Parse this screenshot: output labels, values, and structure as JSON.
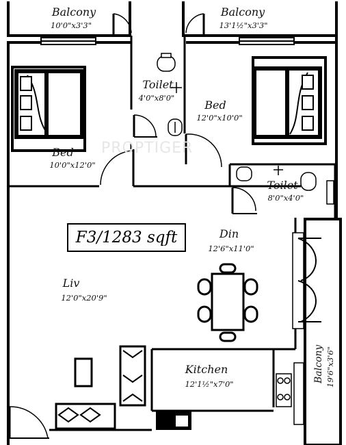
{
  "plan": {
    "title": "F3/1283 sqft",
    "watermark": "PROPTIGER",
    "rooms": {
      "balcony_left": {
        "name": "Balcony",
        "dims": "10'0\"x3'3\""
      },
      "balcony_right": {
        "name": "Balcony",
        "dims": "13'1½\"x3'3\""
      },
      "toilet_top": {
        "name": "Toilet",
        "dims": "4'0\"x8'0\""
      },
      "bed_left": {
        "name": "Bed",
        "dims": "10'0\"x12'0\""
      },
      "bed_right": {
        "name": "Bed",
        "dims": "12'0\"x10'0\""
      },
      "toilet_right": {
        "name": "Toilet",
        "dims": "8'0\"x4'0\""
      },
      "dining": {
        "name": "Din",
        "dims": "12'6\"x11'0\""
      },
      "living": {
        "name": "Liv",
        "dims": "12'0\"x20'9\""
      },
      "kitchen": {
        "name": "Kitchen",
        "dims": "12'1½\"x7'0\""
      },
      "balcony_side": {
        "name": "Balcony",
        "dims": "19'6\"x3'6\""
      }
    }
  }
}
